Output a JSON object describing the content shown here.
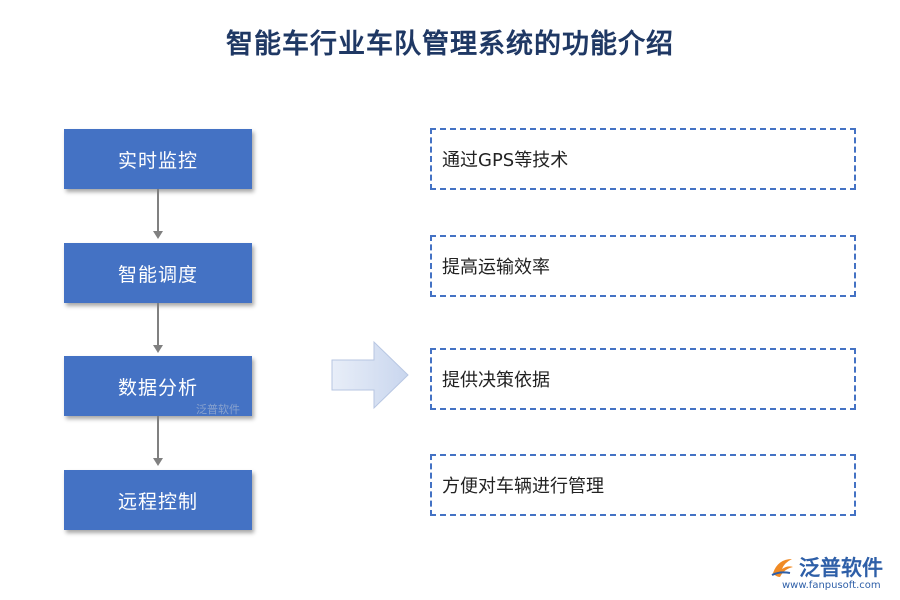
{
  "title": "智能车行业车队管理系统的功能介绍",
  "steps": [
    {
      "label": "实时监控"
    },
    {
      "label": "智能调度"
    },
    {
      "label": "数据分析"
    },
    {
      "label": "远程控制"
    }
  ],
  "descriptions": [
    {
      "text": "通过GPS等技术"
    },
    {
      "text": "提高运输效率"
    },
    {
      "text": "提供决策依据"
    },
    {
      "text": "方便对车辆进行管理"
    }
  ],
  "logo": {
    "name": "泛普软件",
    "url": "www.fanpusoft.com",
    "watermark": "泛普软件"
  },
  "colors": {
    "step_fill": "#4472c4",
    "desc_border": "#4472c4",
    "title": "#1f3864",
    "arrow_fill": "#dae3f3"
  }
}
